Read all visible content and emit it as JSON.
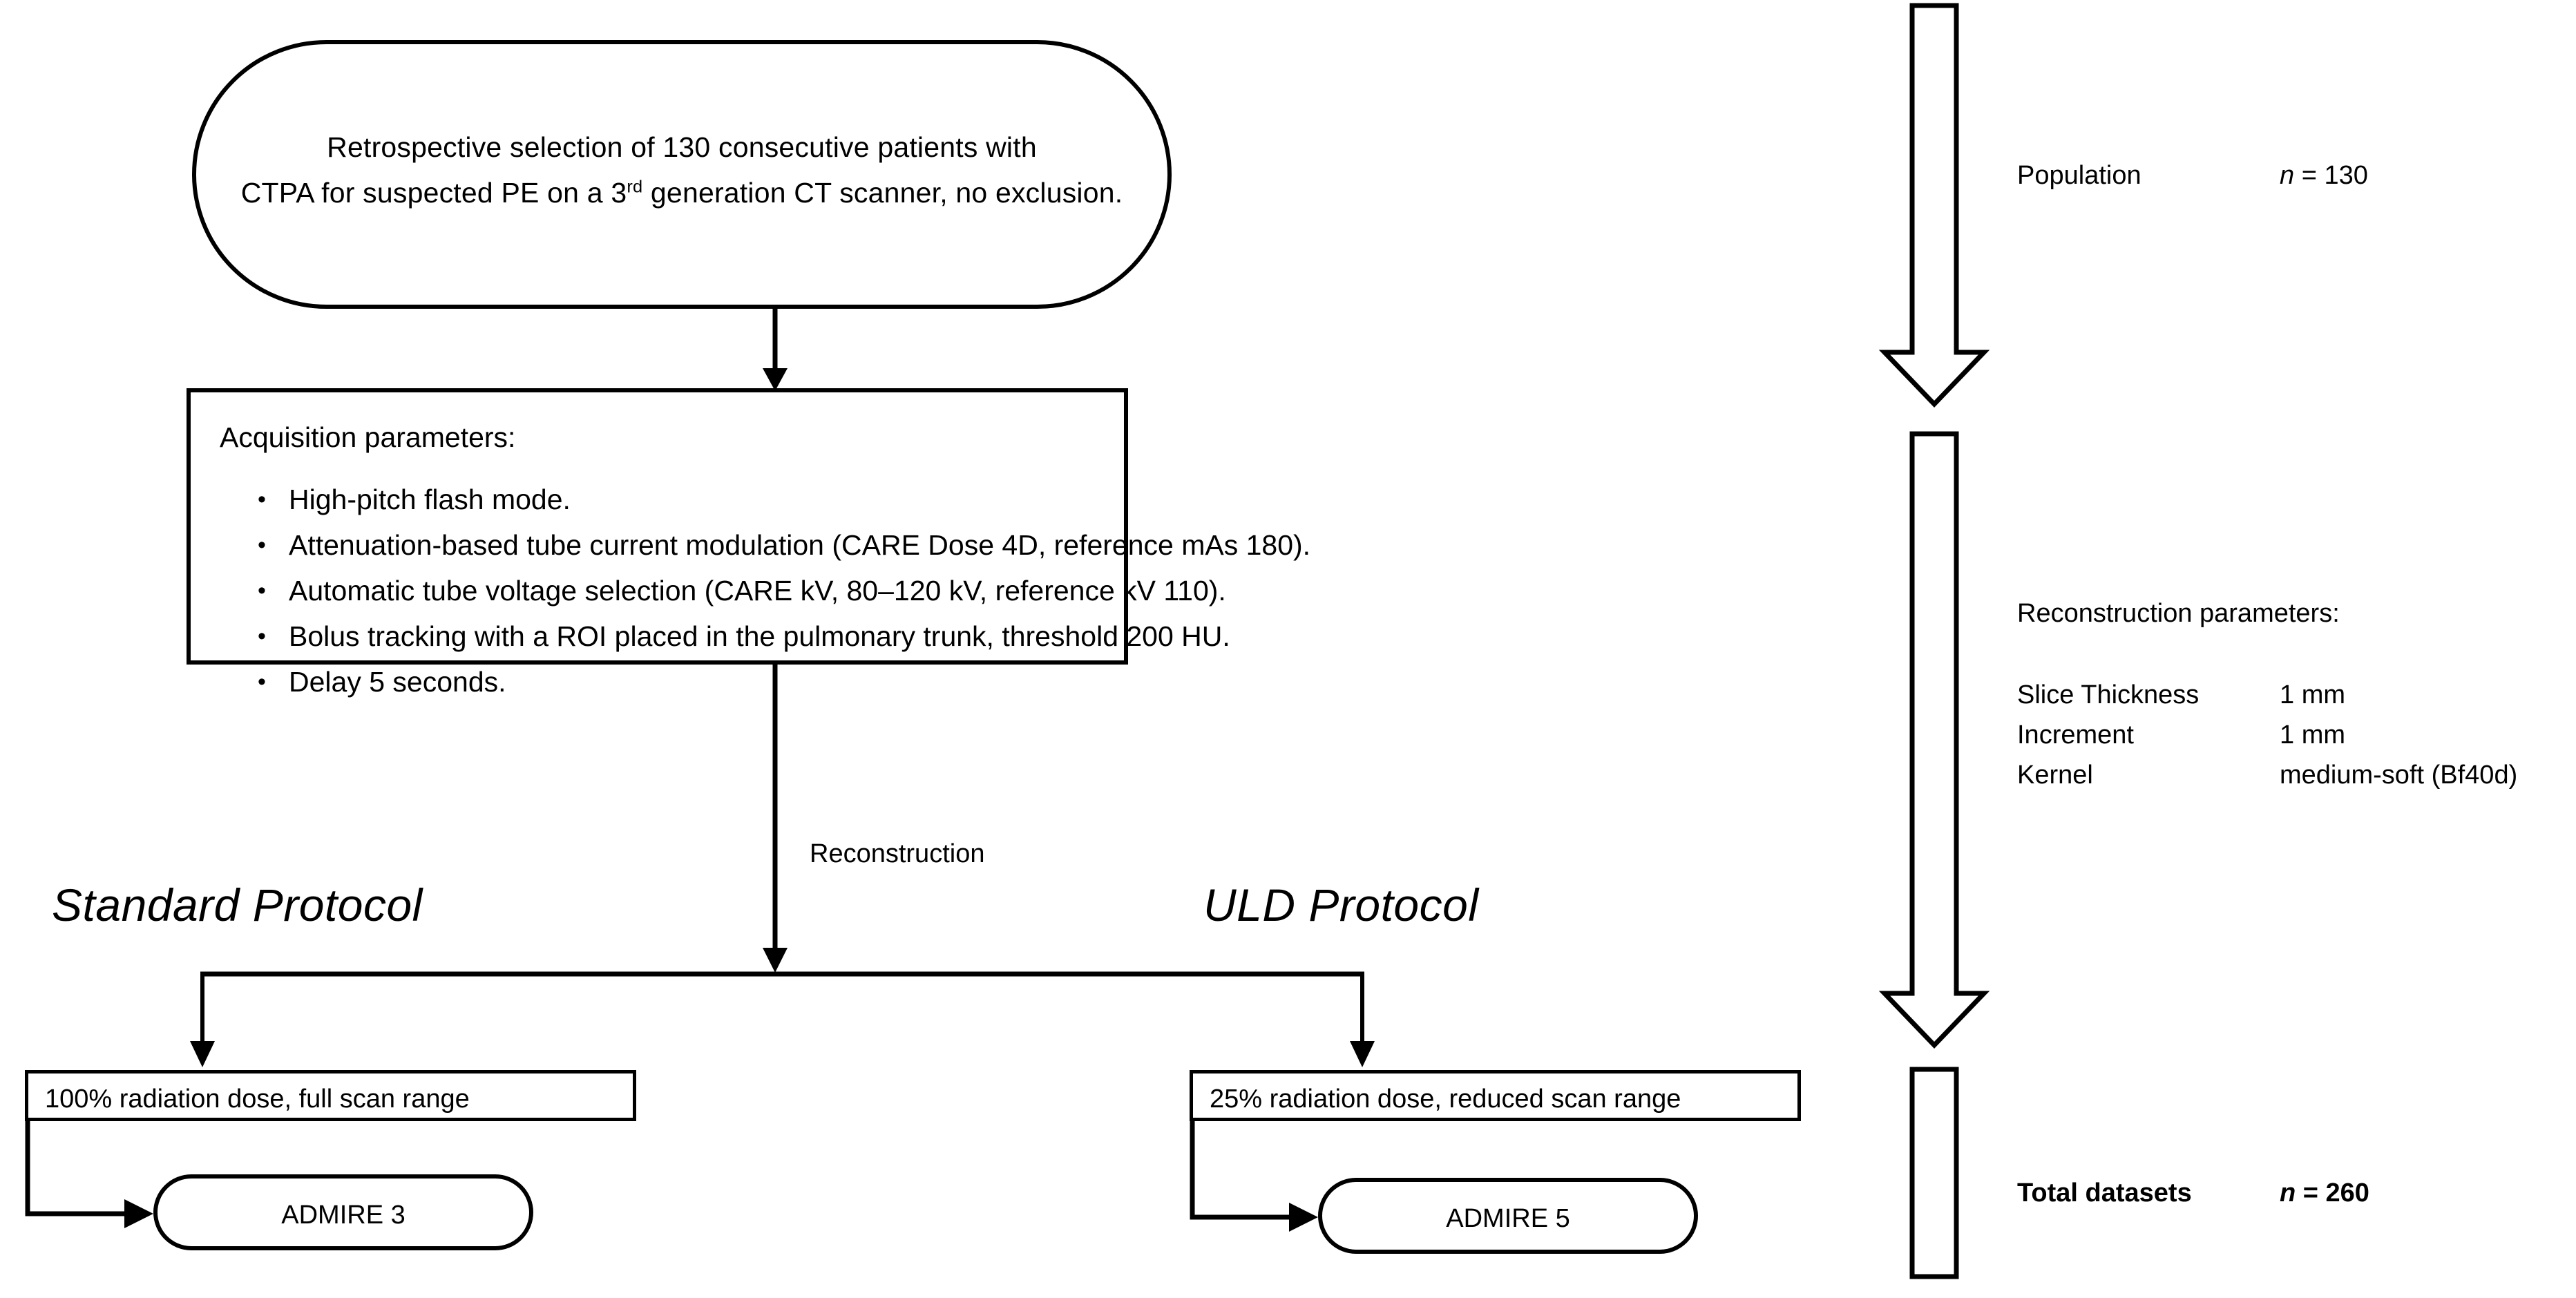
{
  "diagram": {
    "title": "CTPA ultra-low-dose study flowchart",
    "colors": {
      "stroke": "#000000",
      "background": "#ffffff",
      "text": "#000000"
    }
  },
  "oval": {
    "line1": "Retrospective selection of 130 consecutive patients with",
    "line2_pre": "CTPA for suspected PE on a 3",
    "line2_sup": "rd",
    "line2_post": " generation CT scanner, no exclusion."
  },
  "acquisition": {
    "title": "Acquisition parameters:",
    "bullet_glyph": "•",
    "items": [
      "High-pitch flash mode.",
      "Attenuation-based tube current modulation (CARE Dose 4D, reference mAs 180).",
      "Automatic tube voltage selection (CARE kV, 80–120 kV, reference kV 110).",
      "Bolus tracking with a ROI placed in the pulmonary trunk, threshold 200 HU.",
      "Delay 5 seconds."
    ]
  },
  "edges": {
    "reconstruction_label": "Reconstruction"
  },
  "branches": {
    "standard": {
      "protocol_label": "Standard Protocol",
      "dose_box": "100% radiation dose, full scan range",
      "recon_node": "ADMIRE 3"
    },
    "uld": {
      "protocol_label": "ULD Protocol",
      "dose_box": "25% radiation dose, reduced scan range",
      "recon_node": "ADMIRE 5"
    }
  },
  "right_column": {
    "population": {
      "label": "Population",
      "n_symbol": "n",
      "value": "= 130"
    },
    "reconstruction": {
      "heading": "Reconstruction parameters:",
      "rows": [
        {
          "key": "Slice Thickness",
          "value": "1 mm"
        },
        {
          "key": "Increment",
          "value": "1 mm"
        },
        {
          "key": "Kernel",
          "value": "medium-soft (Bf40d)"
        }
      ]
    },
    "total": {
      "label": "Total datasets",
      "n_symbol": "n",
      "value": "= 260"
    }
  }
}
